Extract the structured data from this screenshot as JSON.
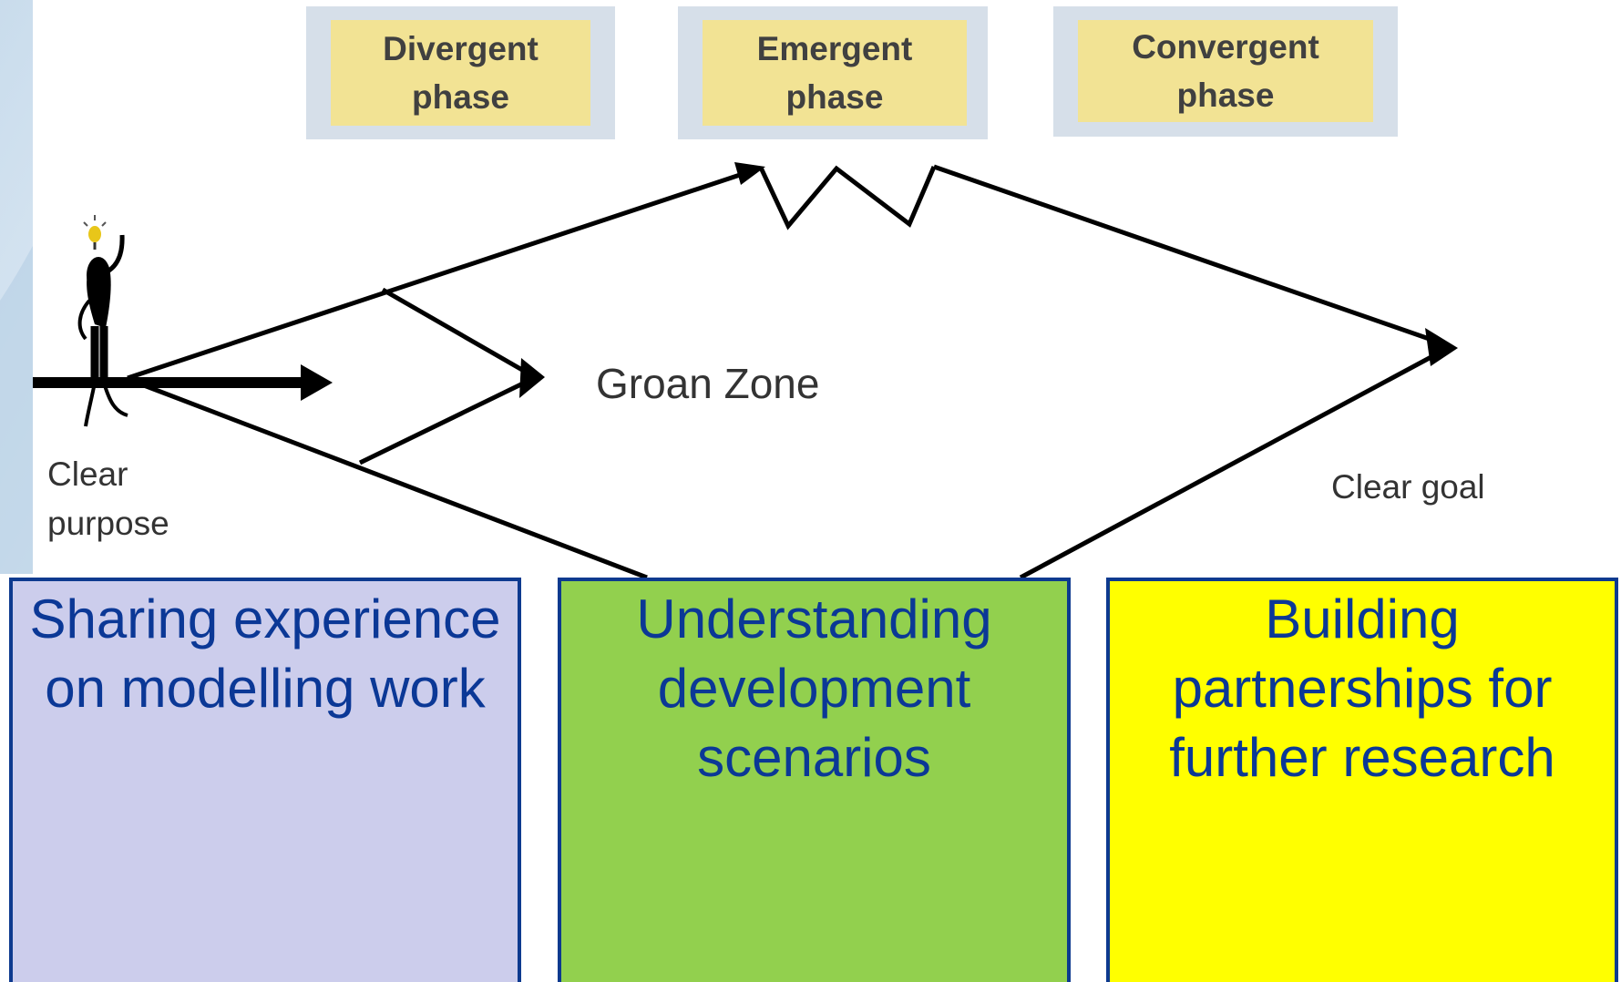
{
  "phases": [
    {
      "label_line1": "Divergent",
      "label_line2": "phase"
    },
    {
      "label_line1": "Emergent",
      "label_line2": "phase"
    },
    {
      "label_line1": "Convergent",
      "label_line2": "phase"
    }
  ],
  "labels": {
    "groan_zone": "Groan Zone",
    "clear_purpose_line1": "Clear",
    "clear_purpose_line2": "purpose",
    "clear_goal": "Clear goal"
  },
  "cards": [
    {
      "lines": [
        "Sharing experience",
        "on modelling work"
      ],
      "color": "#cccdec"
    },
    {
      "lines": [
        "Understanding",
        "development",
        "scenarios"
      ],
      "color": "#92d04e"
    },
    {
      "lines": [
        "Building",
        "partnerships for",
        "further research"
      ],
      "color": "#ffff00"
    }
  ],
  "colors": {
    "card_border": "#0d3a8f",
    "card_text": "#0b3896",
    "phase_fill": "#f2e394",
    "phase_frame": "#d6dfe9",
    "arrow": "#000000"
  },
  "icons": [
    "idea-person-icon",
    "lightbulb-icon"
  ]
}
